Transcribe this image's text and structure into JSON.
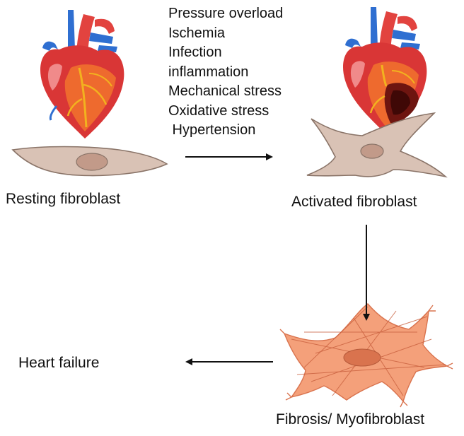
{
  "stimuli": [
    "Pressure overload",
    "Ischemia",
    "Infection",
    "inflammation",
    "Mechanical stress",
    "Oxidative stress",
    " Hypertension"
  ],
  "labels": {
    "resting": "Resting fibroblast",
    "activated": "Activated fibroblast",
    "myofibroblast": "Fibrosis/ Myofibroblast",
    "heart_failure": "Heart failure"
  },
  "colors": {
    "heart_red": "#d93636",
    "heart_orange": "#ee6a2e",
    "aorta_red": "#e2433f",
    "vessel_blue": "#2f6fd1",
    "vessel_yellow": "#f2b21f",
    "infarct": "#6e1510",
    "fibroblast_fill": "#d9c2b5",
    "fibroblast_nucleus": "#c29a89",
    "myofibroblast_fill": "#f4a07a",
    "myofibroblast_nucleus": "#d9734e",
    "arrow": "#111111"
  },
  "icons": [
    "healthy-heart-icon",
    "damaged-heart-icon"
  ]
}
